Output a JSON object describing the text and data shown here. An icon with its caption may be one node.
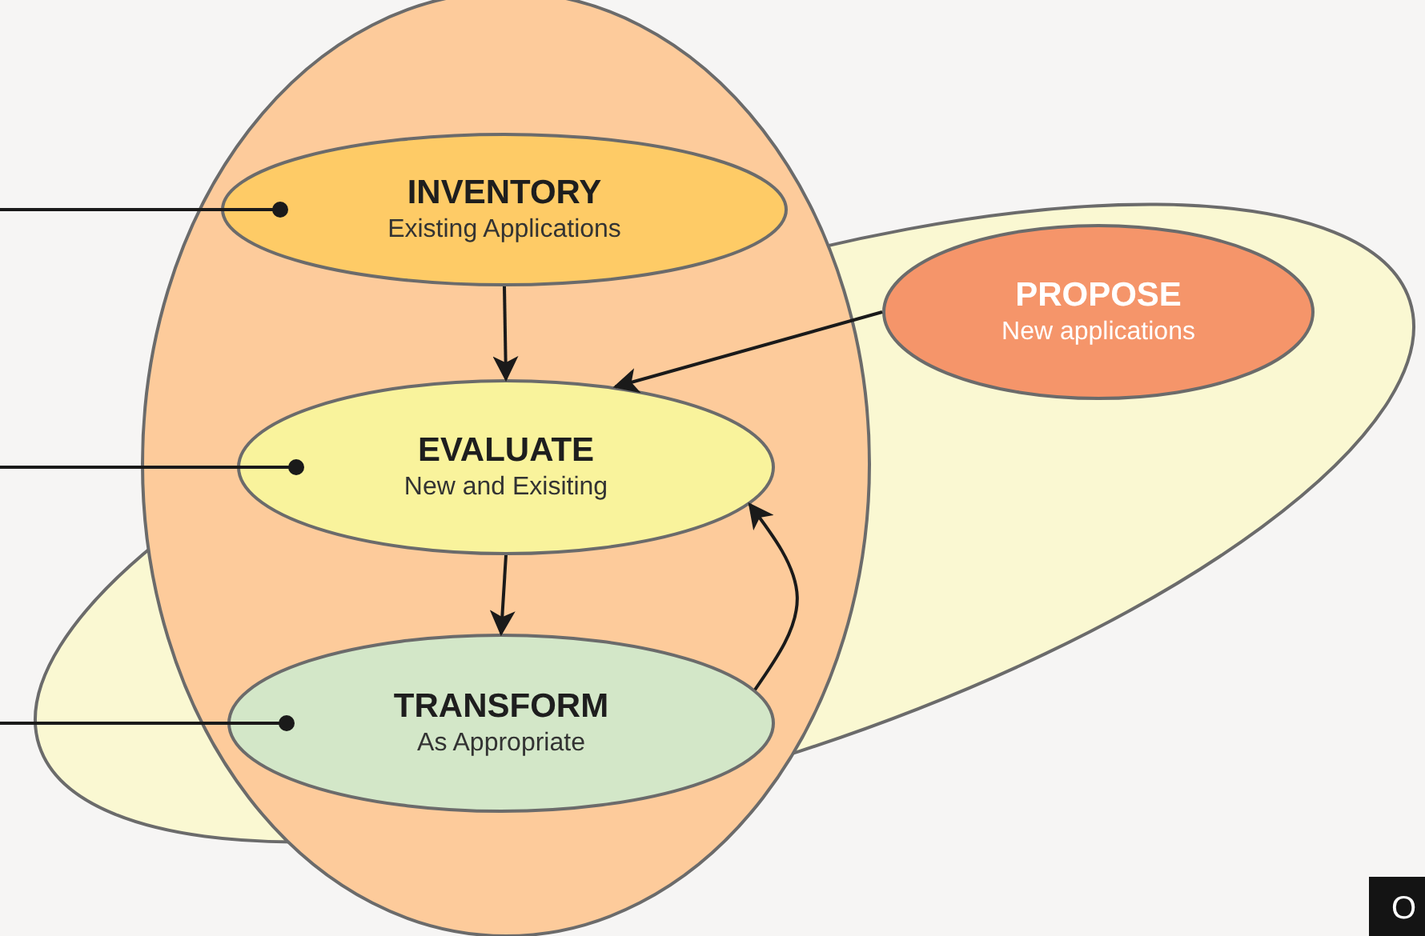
{
  "diagram": {
    "nodes": [
      {
        "text": [],
        "shape": "ellipse"
      },
      {
        "text": [
          "INVENTORY",
          "Existing Applications"
        ],
        "in": 0
      },
      {
        "text": [
          "EVALUATE",
          "New and Exisiting"
        ]
      },
      {
        "text": [
          "TRANSFORM",
          "As Appropriate"
        ]
      },
      {
        "text": [],
        "shape": "ellipse"
      },
      {
        "text": [
          "PROPOSE",
          "New applications"
        ],
        "in": 4
      }
    ],
    "edges": [
      {
        "from": null,
        "to": 1,
        "arrow": "other"
      },
      {
        "from": null,
        "to": 2,
        "arrow": "other"
      },
      {
        "from": null,
        "to": 3,
        "arrow": "other"
      },
      {
        "from": 1,
        "to": 2,
        "arrow": "to"
      },
      {
        "from": 2,
        "to": 3,
        "arrow": "to"
      },
      {
        "from": 5,
        "to": 2,
        "arrow": "to"
      },
      {
        "from": 3,
        "to": 2,
        "arrow": "to"
      }
    ],
    "labels": [
      "O"
    ]
  }
}
